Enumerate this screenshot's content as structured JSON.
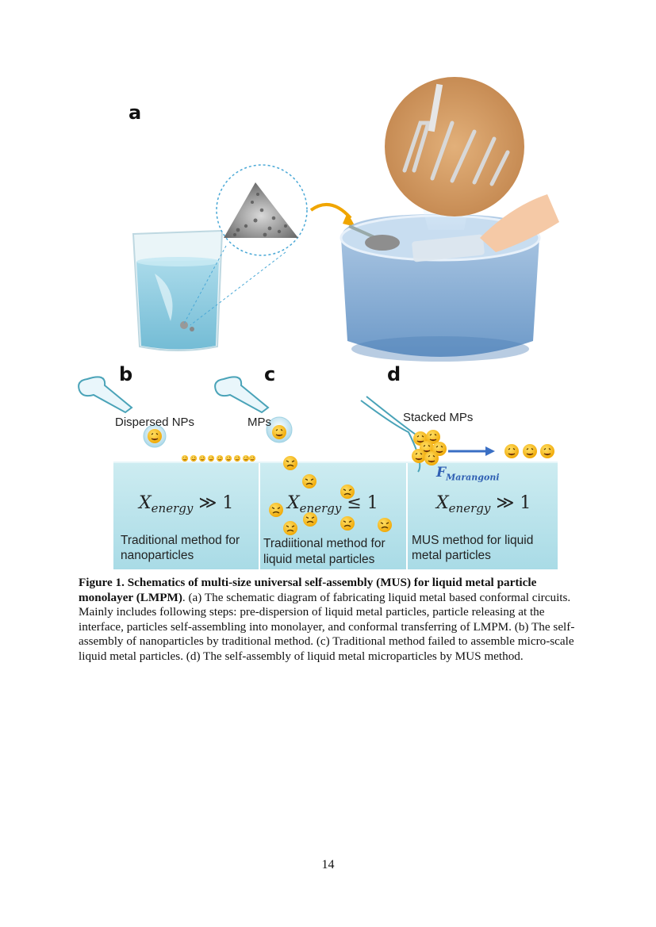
{
  "panels": {
    "a": "a",
    "b": "b",
    "c": "c",
    "d": "d"
  },
  "panel_b": {
    "top_label": "Dispersed NPs",
    "eq_x": "X",
    "eq_sub": "energy",
    "eq_rel": " ≫ 1",
    "desc_line1": "Traditional method for",
    "desc_line2": "nanoparticles"
  },
  "panel_c": {
    "top_label": "MPs",
    "eq_x": "X",
    "eq_sub": "energy",
    "eq_rel": " ≤ 1",
    "desc_line1": "Tradiitional method for",
    "desc_line2": "liquid metal particles"
  },
  "panel_d": {
    "top_label": "Stacked MPs",
    "force_f": "F",
    "force_sub": "Marangoni",
    "eq_x": "X",
    "eq_sub": "energy",
    "eq_rel": " ≫ 1",
    "desc_line1": "MUS method for liquid",
    "desc_line2": "metal particles"
  },
  "caption": {
    "bold": "Figure 1. Schematics of multi-size universal self-assembly (MUS) for liquid metal particle monolayer (LMPM)",
    "body": ". (a) The schematic diagram of fabricating liquid metal based conformal circuits. Mainly includes following steps: pre-dispersion of liquid metal particles, particle releasing at the interface, particles self-assembling into monolayer, and conformal transferring of LMPM. (b) The self-assembly of nanoparticles by traditional method. (c) Traditional method failed to assemble micro-scale liquid metal particles. (d) The self-assembly of  liquid metal microparticles by MUS method."
  },
  "page_number": "14",
  "colors": {
    "water": "#bfe3ea",
    "water_dark": "#7fb8d6",
    "arrow_blue": "#3a6fc4",
    "marangoni": "#2f5fb3",
    "emoji": "#f4b400"
  }
}
